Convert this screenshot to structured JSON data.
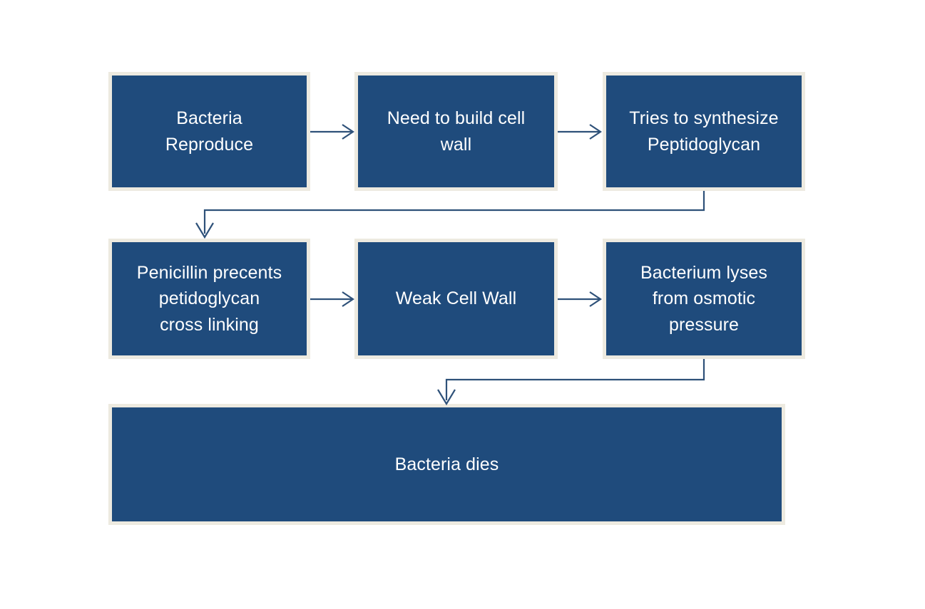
{
  "diagram": {
    "title": "Penicillin mechanism of action flowchart",
    "colors": {
      "node_fill": "#1F4B7C",
      "node_border": "#EDEAE0",
      "node_text": "#FFFFFF",
      "connector": "#2E5179",
      "background": "#FFFFFF"
    },
    "nodes": [
      {
        "id": "bacteria-reproduce",
        "label": "Bacteria\nReproduce"
      },
      {
        "id": "need-build-cell-wall",
        "label": "Need to build cell\nwall"
      },
      {
        "id": "tries-synthesize",
        "label": "Tries to synthesize\nPeptidoglycan"
      },
      {
        "id": "penicillin-prevents",
        "label": "Penicillin precents\npetidoglycan\ncross linking"
      },
      {
        "id": "weak-cell-wall",
        "label": "Weak Cell Wall"
      },
      {
        "id": "bacterium-lyses",
        "label": "Bacterium lyses\nfrom osmotic\npressure"
      },
      {
        "id": "bacteria-dies",
        "label": "Bacteria dies"
      }
    ],
    "connectors": [
      {
        "id": "arrow-1",
        "from": "bacteria-reproduce",
        "to": "need-build-cell-wall",
        "kind": "straight-right"
      },
      {
        "id": "arrow-2",
        "from": "need-build-cell-wall",
        "to": "tries-synthesize",
        "kind": "straight-right"
      },
      {
        "id": "arrow-3",
        "from": "tries-synthesize",
        "to": "penicillin-prevents",
        "kind": "elbow-down-left"
      },
      {
        "id": "arrow-4",
        "from": "penicillin-prevents",
        "to": "weak-cell-wall",
        "kind": "straight-right"
      },
      {
        "id": "arrow-5",
        "from": "weak-cell-wall",
        "to": "bacterium-lyses",
        "kind": "straight-right"
      },
      {
        "id": "arrow-6",
        "from": "bacterium-lyses",
        "to": "bacteria-dies",
        "kind": "elbow-down-left"
      }
    ]
  }
}
